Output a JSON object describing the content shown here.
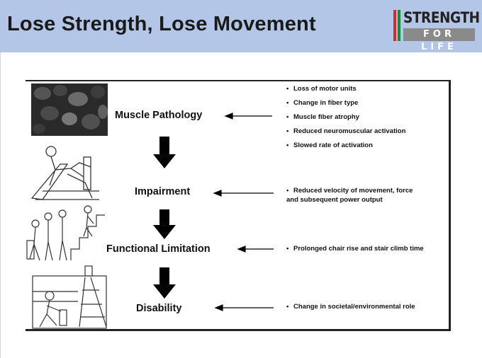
{
  "slide": {
    "title": "Lose Strength, Lose Movement",
    "logo": {
      "line1": "STRENGTH",
      "line2": "FOR LIFE",
      "stripe_colors": [
        "#d42a2a",
        "#1a8a3a"
      ]
    }
  },
  "diagram": {
    "stages": [
      "Muscle Pathology",
      "Impairment",
      "Functional Limitation",
      "Disability"
    ],
    "pathology_bullets": [
      "Loss of motor units",
      "Change in fiber type",
      "Muscle fiber atrophy",
      "Reduced neuromuscular activation",
      "Slowed rate of activation"
    ],
    "impairment_bullet": {
      "line1": "Reduced velocity of movement, force",
      "line2": "and subsequent power output"
    },
    "limitation_bullet": "Prolonged chair rise and stair climb time",
    "disability_bullet": "Change in societal/environmental role",
    "bullet_symbol": "•",
    "colors": {
      "header": "#b4c6e7",
      "ink": "#111111"
    }
  }
}
